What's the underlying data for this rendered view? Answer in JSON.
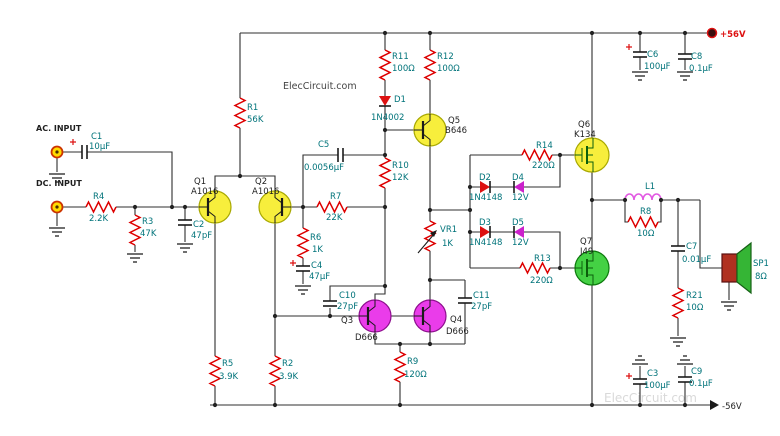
{
  "title": "ElecCircuit.com",
  "watermark": "ElecCircuit.com",
  "rails": {
    "positive": "+56V",
    "negative": "-56V"
  },
  "inputs": {
    "ac": "AC. INPUT",
    "dc": "DC. INPUT"
  },
  "palette": {
    "wire": "#2f2f2f",
    "resistor": "#dd0000",
    "label": "#00737a",
    "rail_positive": "#dd1111",
    "transistor_yellow": "#f7ee3c",
    "transistor_magenta": "#ea3cea",
    "transistor_green": "#44d144",
    "diode_red": "#dd1111",
    "diode_zener_magenta": "#cc22cc"
  },
  "components": {
    "C1": {
      "ref": "C1",
      "value": "10µF"
    },
    "C2": {
      "ref": "C2",
      "value": "47pF"
    },
    "C3": {
      "ref": "C3",
      "value": "100µF"
    },
    "C4": {
      "ref": "C4",
      "value": "47µF"
    },
    "C5": {
      "ref": "C5",
      "value": "0.0056µF"
    },
    "C6": {
      "ref": "C6",
      "value": "100µF"
    },
    "C7": {
      "ref": "C7",
      "value": "0.01µF"
    },
    "C8": {
      "ref": "C8",
      "value": "0.1µF"
    },
    "C9": {
      "ref": "C9",
      "value": "0.1µF"
    },
    "C10": {
      "ref": "C10",
      "value": "27pF"
    },
    "C11": {
      "ref": "C11",
      "value": "27pF"
    },
    "R1": {
      "ref": "R1",
      "value": "56K"
    },
    "R2": {
      "ref": "R2",
      "value": "3.9K"
    },
    "R3": {
      "ref": "R3",
      "value": "47K"
    },
    "R4": {
      "ref": "R4",
      "value": "2.2K"
    },
    "R5": {
      "ref": "R5",
      "value": "3.9K"
    },
    "R6": {
      "ref": "R6",
      "value": "1K"
    },
    "R7": {
      "ref": "R7",
      "value": "22K"
    },
    "R8": {
      "ref": "R8",
      "value": "10Ω"
    },
    "R9": {
      "ref": "R9",
      "value": "120Ω"
    },
    "R10": {
      "ref": "R10",
      "value": "12K"
    },
    "R11": {
      "ref": "R11",
      "value": "100Ω"
    },
    "R12": {
      "ref": "R12",
      "value": "100Ω"
    },
    "R13": {
      "ref": "R13",
      "value": "220Ω"
    },
    "R14": {
      "ref": "R14",
      "value": "220Ω"
    },
    "R21": {
      "ref": "R21",
      "value": "10Ω"
    },
    "VR1": {
      "ref": "VR1",
      "value": "1K"
    },
    "D1": {
      "ref": "D1",
      "value": "1N4002"
    },
    "D2": {
      "ref": "D2",
      "value": "1N4148"
    },
    "D3": {
      "ref": "D3",
      "value": "1N4148"
    },
    "D4": {
      "ref": "D4",
      "value": "12V"
    },
    "D5": {
      "ref": "D5",
      "value": "12V"
    },
    "Q1": {
      "ref": "Q1",
      "value": "A1016"
    },
    "Q2": {
      "ref": "Q2",
      "value": "A1016"
    },
    "Q3": {
      "ref": "Q3",
      "value": "D666"
    },
    "Q4": {
      "ref": "Q4",
      "value": "D666"
    },
    "Q5": {
      "ref": "Q5",
      "value": "B646"
    },
    "Q6": {
      "ref": "Q6",
      "value": "K134"
    },
    "Q7": {
      "ref": "Q7",
      "value": "J49"
    },
    "L1": {
      "ref": "L1"
    },
    "SP1": {
      "ref": "SP1",
      "value": "8Ω"
    }
  }
}
